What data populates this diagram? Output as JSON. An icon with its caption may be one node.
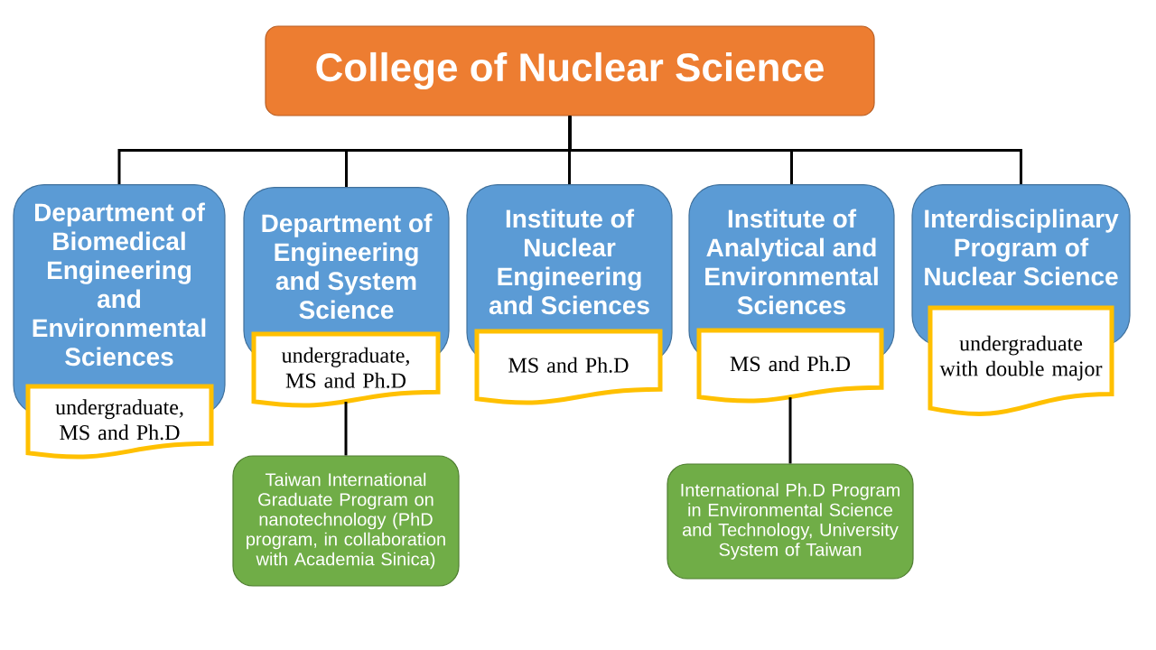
{
  "diagram": {
    "nodes": [
      {
        "text": [
          "College of Nuclear Science"
        ]
      },
      {
        "text": [
          "Department of Biomedical Engineering and Environmental Sciences"
        ]
      },
      {
        "text": [
          "Department of Engineering and System Science"
        ]
      },
      {
        "text": [
          "Institute of Nuclear Engineering and Sciences"
        ]
      },
      {
        "text": [
          "Institute of Analytical and Environmental Sciences"
        ]
      },
      {
        "text": [
          "Interdisciplinary Program of Nuclear Science"
        ]
      },
      {
        "text": [
          "undergraduate, MS and Ph.D"
        ]
      },
      {
        "text": [
          "undergraduate, MS and Ph.D"
        ]
      },
      {
        "text": [
          "MS and Ph.D"
        ]
      },
      {
        "text": [
          "MS and Ph.D"
        ]
      },
      {
        "text": [
          "undergraduate with double major"
        ]
      },
      {
        "text": [
          "Taiwan International Graduate Program on nanotechnology (PhD program, in collaboration with Academia Sinica)"
        ]
      },
      {
        "text": [
          "International Ph.D Program in Environmental Science and Technology, University System of Taiwan"
        ]
      }
    ],
    "edges": [
      {
        "from": 0,
        "to": 1,
        "arrow": "none"
      },
      {
        "from": 0,
        "to": 2,
        "arrow": "none"
      },
      {
        "from": 0,
        "to": 3,
        "arrow": "none"
      },
      {
        "from": 0,
        "to": 4,
        "arrow": "none"
      },
      {
        "from": 0,
        "to": 5,
        "arrow": "none"
      },
      {
        "from": 7,
        "to": 11,
        "arrow": "none"
      },
      {
        "from": 9,
        "to": 12,
        "arrow": "none"
      }
    ]
  }
}
